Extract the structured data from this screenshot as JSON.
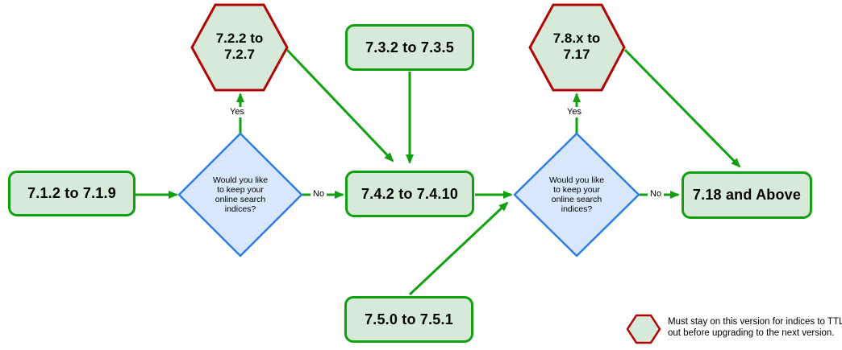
{
  "nodes": {
    "v712": {
      "label": "7.1.2 to 7.1.9"
    },
    "v722": {
      "lines": [
        "7.2.2 to",
        "7.2.7"
      ]
    },
    "v732": {
      "label": "7.3.2 to 7.3.5"
    },
    "v742": {
      "label": "7.4.2 to 7.4.10"
    },
    "v750": {
      "label": "7.5.0 to 7.5.1"
    },
    "v78x": {
      "lines": [
        "7.8.x to",
        "7.17"
      ]
    },
    "v718": {
      "label": "7.18 and Above"
    },
    "decision1": {
      "lines": [
        "Would you like",
        "to keep your",
        "online search",
        "indices?"
      ]
    },
    "decision2": {
      "lines": [
        "Would you like",
        "to keep your",
        "online search",
        "indices?"
      ]
    }
  },
  "edge_labels": {
    "yes1": "Yes",
    "no1": "No",
    "yes2": "Yes",
    "no2": "No"
  },
  "legend": {
    "lines": [
      "Must stay on this version for indices to TTL",
      "out before upgrading to the next version."
    ]
  },
  "colors": {
    "connector_green": "#10a010",
    "process_fill": "#d7ead9",
    "process_border": "#10a010",
    "decision_fill": "#d9e7fc",
    "decision_border": "#2e7fe0",
    "milestone_border": "#b00505",
    "background": "#ffffff",
    "text": "#000000"
  }
}
